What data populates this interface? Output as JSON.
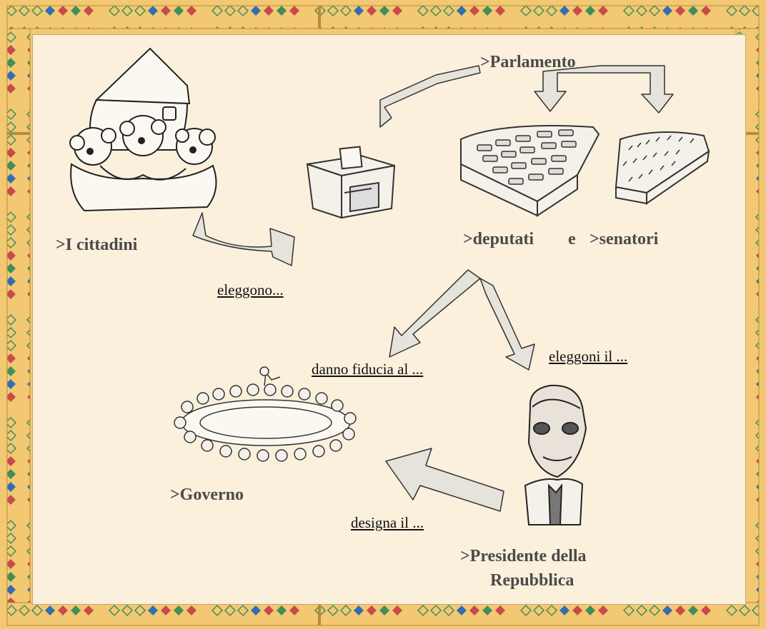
{
  "nodes": {
    "cittadini": ">I cittadini",
    "parlamento": ">Parlamento",
    "deputati": ">deputati",
    "e": "e",
    "senatori": ">senatori",
    "governo": ">Governo",
    "presidente_line1": ">Presidente della",
    "presidente_line2": "Repubblica"
  },
  "edges": {
    "eleggono": "eleggono...",
    "danno_fiducia": "danno fiducia al ...",
    "eleggoni": "eleggoni il ...",
    "designa": "designa il ..."
  },
  "colors": {
    "border": "#f2c873",
    "background": "#fbf0dc",
    "arrow_fill": "#e6e2dc",
    "arrow_stroke": "#333333",
    "diamond_red": "#c94a4a",
    "diamond_blue": "#2f6fb0",
    "diamond_green": "#3f8f5a"
  }
}
